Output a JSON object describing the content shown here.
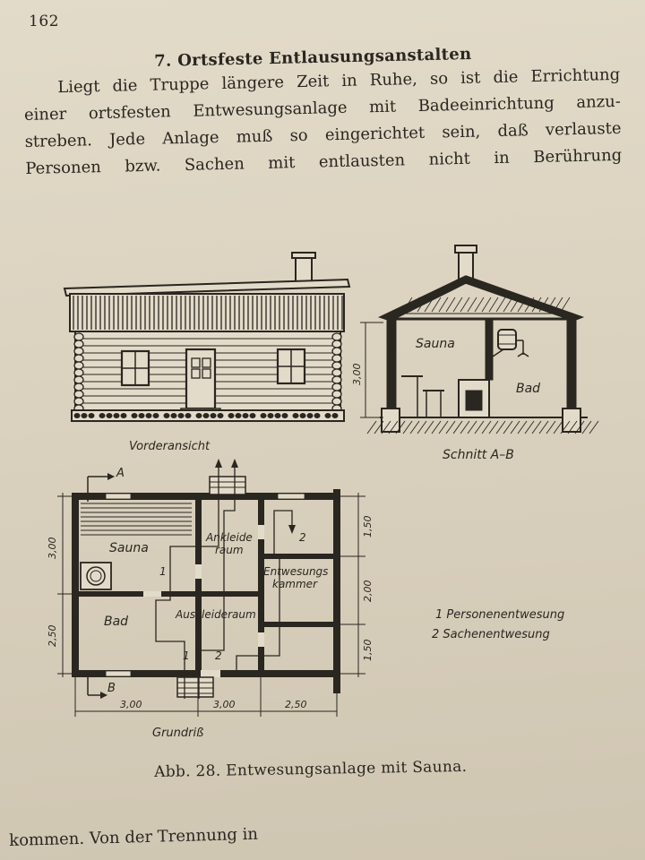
{
  "page_number": "162",
  "section_title": "7. Ortsfeste Entlausungsanstalten",
  "paragraph_lines": [
    "Liegt die Truppe längere Zeit in Ruhe, so ist die Errichtung",
    "einer ortsfesten Entwesungsanlage mit Badeeinrichtung anzu-",
    "streben. Jede Anlage muß so eingerichtet sein, daß verlauste",
    "Personen bzw. Sachen mit entlausten nicht in Berührung"
  ],
  "figure": {
    "front_view_label": "Vorderansicht",
    "section_label": "Schnitt A–B",
    "section_height_dim": "3,00",
    "section_sauna_label": "Sauna",
    "section_bath_label": "Bad",
    "plan_label": "Grundriß",
    "plan_marker_a": "A",
    "plan_marker_b": "B",
    "rooms": {
      "sauna": "Sauna",
      "ankleide_1": "Ankleide",
      "ankleide_2": "raum",
      "entwesung_1": "Entwesungs",
      "entwesung_2": "kammer",
      "bad": "Bad",
      "auskleide": "Auskleideraum"
    },
    "flow_numbers": [
      "1",
      "2",
      "1",
      "2"
    ],
    "dims_left": [
      "3,00",
      "2,50"
    ],
    "dims_right": [
      "1,50",
      "2,00",
      "1,50"
    ],
    "dims_bottom": [
      "3,00",
      "3,00",
      "2,50"
    ],
    "legend": [
      "1 Personenentwesung",
      "2 Sachenentwesung"
    ]
  },
  "caption": "Abb. 28.  Entwesungsanlage mit Sauna.",
  "footer_text": "kommen. Von der Trennung in"
}
